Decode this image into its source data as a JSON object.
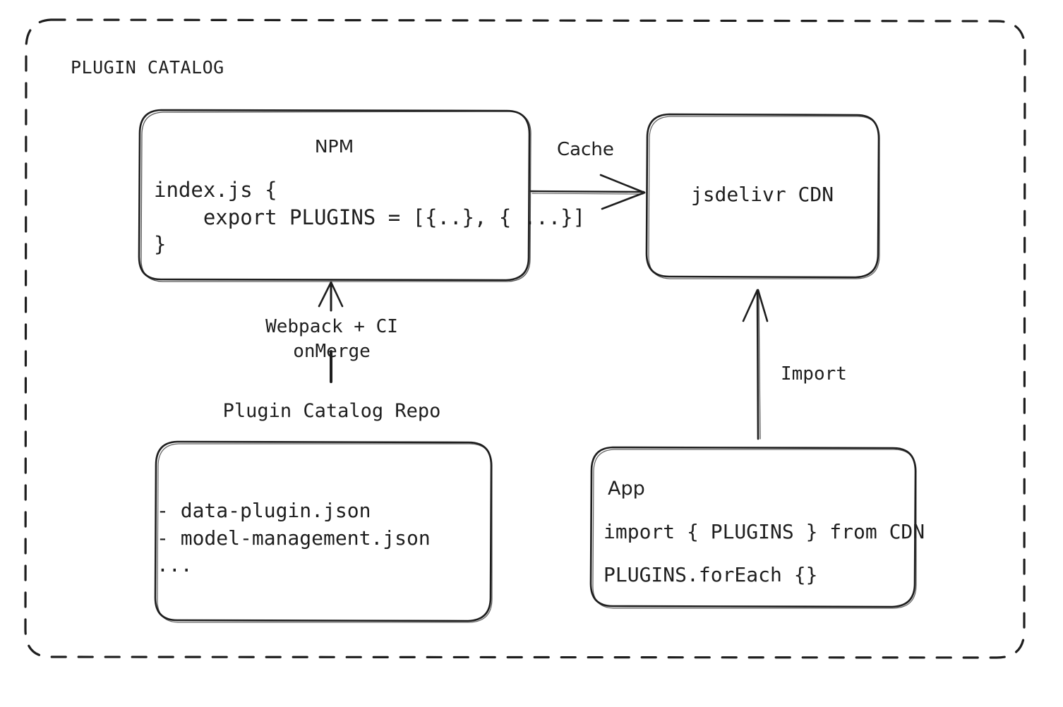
{
  "diagram": {
    "title": "PLUGIN CATALOG",
    "background": "#ffffff",
    "stroke_color": "#1e1e1e"
  },
  "nodes": {
    "npm": {
      "title": "NPM",
      "code": "index.js {\n    export PLUGINS = [{..}, { ...}]\n}"
    },
    "cdn": {
      "title": "jsdelivr CDN"
    },
    "repo": {
      "caption": "Plugin Catalog Repo",
      "files": "- data-plugin.json\n- model-management.json\n..."
    },
    "app": {
      "title": "App",
      "code_line_1": "import { PLUGINS } from CDN",
      "code_line_2": "PLUGINS.forEach {}"
    }
  },
  "edges": {
    "npm_to_cdn": {
      "label": "Cache"
    },
    "repo_to_npm": {
      "label": "Webpack + CI\nonMerge"
    },
    "app_to_cdn": {
      "label": "Import"
    }
  },
  "chart_data": {
    "type": "diagram",
    "title": "PLUGIN CATALOG",
    "nodes": [
      {
        "id": "npm",
        "label": "NPM",
        "text": "index.js {\n    export PLUGINS = [{..}, { ...}]\n}"
      },
      {
        "id": "cdn",
        "label": "jsdelivr CDN",
        "text": ""
      },
      {
        "id": "repo",
        "label": "Plugin Catalog Repo",
        "text": "- data-plugin.json\n- model-management.json\n..."
      },
      {
        "id": "app",
        "label": "App",
        "text": "import { PLUGINS } from CDN\nPLUGINS.forEach {}"
      }
    ],
    "edges": [
      {
        "from": "npm",
        "to": "cdn",
        "label": "Cache",
        "direction": "right"
      },
      {
        "from": "repo",
        "to": "npm",
        "label": "Webpack + CI onMerge",
        "direction": "up"
      },
      {
        "from": "app",
        "to": "cdn",
        "label": "Import",
        "direction": "up"
      }
    ]
  }
}
